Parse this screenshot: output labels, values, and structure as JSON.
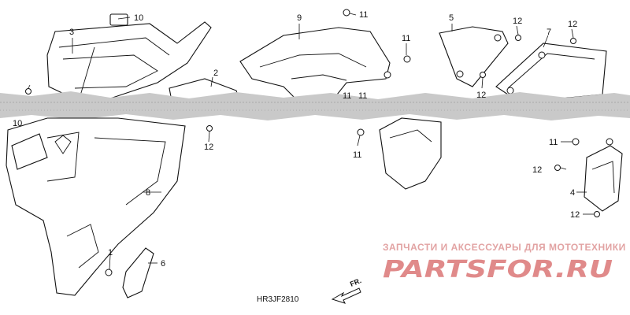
{
  "diagram": {
    "code": "HR3JF2810",
    "direction_label": "FR.",
    "callouts": {
      "c1": "1",
      "c2": "2",
      "c3": "3",
      "c4": "4",
      "c5": "5",
      "c6": "6",
      "c7": "7",
      "c8": "8",
      "c9": "9",
      "c10a": "10",
      "c10b": "10",
      "c11a": "11",
      "c11b": "11",
      "c11c": "11",
      "c11d": "11",
      "c11e": "11",
      "c11f": "11",
      "c12a": "12",
      "c12b": "12",
      "c12c": "12",
      "c12d": "12",
      "c12e": "12",
      "c12f": "12"
    }
  },
  "watermark": {
    "tagline": "ЗАПЧАСТИ И АКСЕССУАРЫ ДЛЯ МОТОТЕХНИКИ",
    "brand": "PARTSFOR.RU"
  },
  "colors": {
    "line": "#111111",
    "watermark": "#e08a8a",
    "tear_band": "#9a9a9a"
  }
}
